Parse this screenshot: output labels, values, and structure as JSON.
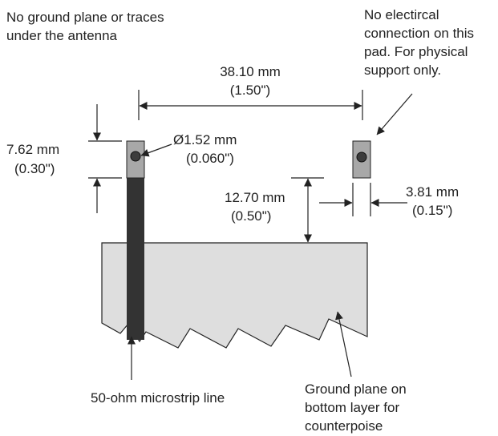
{
  "labels": {
    "no_ground_plane_line1": "No ground plane or traces",
    "no_ground_plane_line2": "under the antenna",
    "no_electrical_line1": "No electircal",
    "no_electrical_line2": "connection on this",
    "no_electrical_line3": "pad. For physical",
    "no_electrical_line4": "support only.",
    "spacing_mm": "38.10 mm",
    "spacing_in": "(1.50\")",
    "pad_height_mm": "7.62 mm",
    "pad_height_in": "(0.30\")",
    "hole_mm": "Ø1.52 mm",
    "hole_in": "(0.060\")",
    "clearance_mm": "12.70 mm",
    "clearance_in": "(0.50\")",
    "pad_width_mm": "3.81 mm",
    "pad_width_in": "(0.15\")",
    "microstrip": "50-ohm microstrip line",
    "ground_plane_line1": "Ground plane on",
    "ground_plane_line2": "bottom layer for",
    "ground_plane_line3": "counterpoise"
  },
  "colors": {
    "pad_fill": "#a8a8a8",
    "hole_fill": "#3c3c3c",
    "microstrip_fill": "#333333",
    "ground_plane_fill": "#dedede",
    "line": "#222222"
  }
}
